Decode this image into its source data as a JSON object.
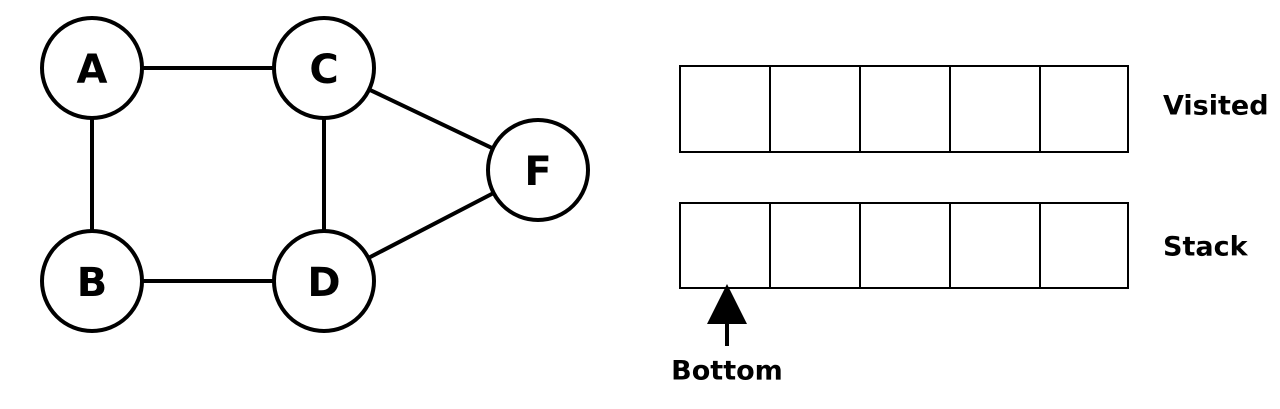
{
  "graph": {
    "nodes": [
      {
        "id": "A",
        "label": "A"
      },
      {
        "id": "B",
        "label": "B"
      },
      {
        "id": "C",
        "label": "C"
      },
      {
        "id": "D",
        "label": "D"
      },
      {
        "id": "F",
        "label": "F"
      }
    ],
    "edges": [
      [
        "A",
        "C"
      ],
      [
        "A",
        "B"
      ],
      [
        "B",
        "D"
      ],
      [
        "C",
        "D"
      ],
      [
        "C",
        "F"
      ],
      [
        "D",
        "F"
      ]
    ]
  },
  "visited": {
    "label": "Visited",
    "cells": [
      "",
      "",
      "",
      "",
      ""
    ]
  },
  "stack": {
    "label": "Stack",
    "cells": [
      "",
      "",
      "",
      "",
      ""
    ],
    "pointer_label": "Bottom",
    "pointer_icon": "up-arrow-icon"
  }
}
